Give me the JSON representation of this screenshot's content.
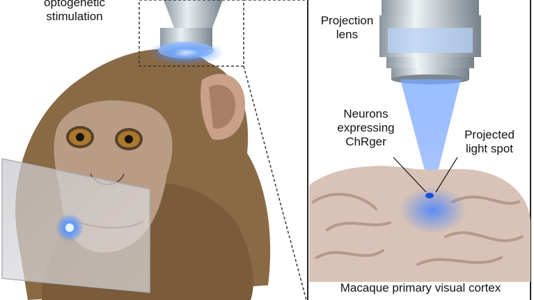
{
  "left_label": "optogenetic\nstimulation",
  "right_panel": {
    "lens_label": "Projection\nlens",
    "neurons_label": "Neurons\nexpressing\nChRger",
    "spot_label": "Projected\nlight spot",
    "caption": "Macaque primary visual cortex"
  },
  "colors": {
    "fur": "#8a6a45",
    "face": "#b89c86",
    "light": "#3a7dff",
    "brain": "#d9c3b6"
  }
}
